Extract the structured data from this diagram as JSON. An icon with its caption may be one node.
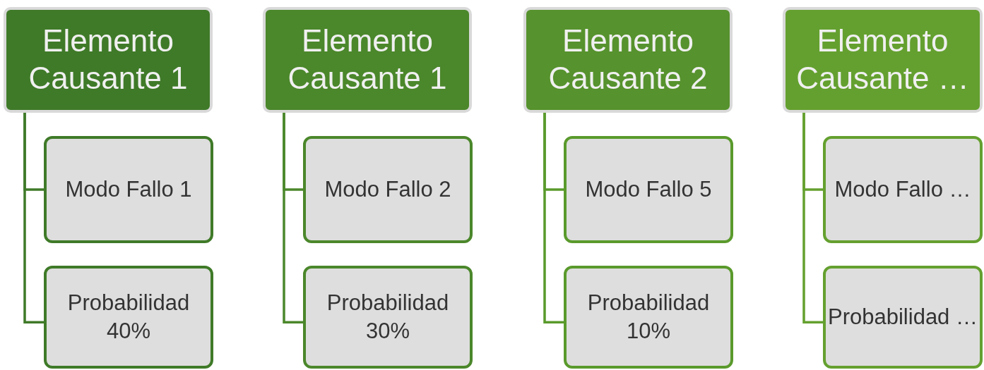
{
  "diagram": {
    "nodes": [
      {
        "text": [
          "Elemento Causante 1"
        ]
      },
      {
        "text": [
          "Modo Fallo 1"
        ]
      },
      {
        "text": [
          "Probabilidad 40%"
        ]
      },
      {
        "text": [
          "Elemento Causante 1"
        ]
      },
      {
        "text": [
          "Modo Fallo 2"
        ]
      },
      {
        "text": [
          "Probabilidad 30%"
        ]
      },
      {
        "text": [
          "Elemento Causante 2"
        ]
      },
      {
        "text": [
          "Modo Fallo 5"
        ]
      },
      {
        "text": [
          "Probabilidad 10%"
        ]
      },
      {
        "text": [
          "Elemento Causante …"
        ]
      },
      {
        "text": [
          "Modo Fallo …"
        ]
      },
      {
        "text": [
          "Probabilidad …"
        ]
      }
    ],
    "edges": [
      {
        "from": 0,
        "to": 1,
        "arrow": "none"
      },
      {
        "from": 0,
        "to": 2,
        "arrow": "none"
      },
      {
        "from": 3,
        "to": 4,
        "arrow": "none"
      },
      {
        "from": 3,
        "to": 5,
        "arrow": "none"
      },
      {
        "from": 6,
        "to": 7,
        "arrow": "none"
      },
      {
        "from": 6,
        "to": 8,
        "arrow": "none"
      },
      {
        "from": 9,
        "to": 10,
        "arrow": "none"
      },
      {
        "from": 9,
        "to": 11,
        "arrow": "none"
      }
    ]
  }
}
